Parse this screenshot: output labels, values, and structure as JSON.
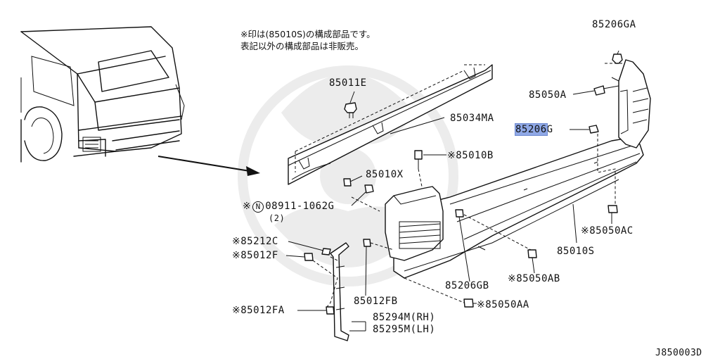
{
  "diagram_id": "J850003D",
  "notes": {
    "line1": "※印は(85010S)の構成部品です。",
    "line2": "表記以外の構成部品は非販売。"
  },
  "parts": {
    "p85206GA": "85206GA",
    "p85050A": "85050A",
    "p85206G_highlight": "85206",
    "p85206G_rest": "G",
    "p85011E": "85011E",
    "p85034MA": "85034MA",
    "p85010B": "※85010B",
    "p85010X": "85010X",
    "p08911_prefix": "※",
    "p08911_circle": "N",
    "p08911": "08911-1062G",
    "p08911_qty": "(2)",
    "p85212C": "※85212C",
    "p85012F": "※85012F",
    "p85012FA": "※85012FA",
    "p85012FB": "85012FB",
    "p85206GB": "85206GB",
    "p85050AB": "※85050AB",
    "p85050AA": "※85050AA",
    "p85050AC": "※85050AC",
    "p85010S": "85010S",
    "p85294M": "85294M(RH)",
    "p85295M": "85295M(LH)"
  },
  "highlight_color": "#8fa8e6"
}
